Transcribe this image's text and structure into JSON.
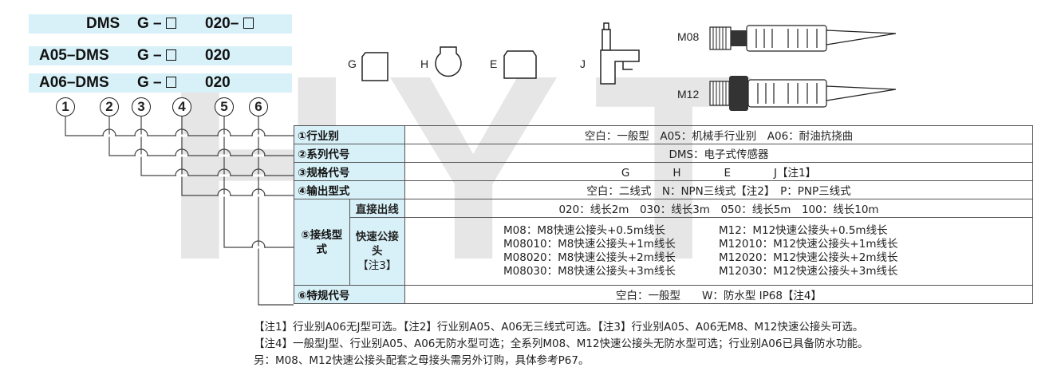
{
  "watermark": "HYT",
  "codes": [
    {
      "prefix": "DMS",
      "mid": "G –",
      "suffix": "020–"
    },
    {
      "prefix": "A05–DMS",
      "mid": "G –",
      "suffix": "020"
    },
    {
      "prefix": "A06–DMS",
      "mid": "G –",
      "suffix": "020"
    }
  ],
  "positions": [
    "1",
    "2",
    "3",
    "4",
    "5",
    "6"
  ],
  "spec_shapes": [
    "G",
    "H",
    "E",
    "J"
  ],
  "connector_labels": [
    "M08",
    "M12"
  ],
  "table": {
    "r1": {
      "label": "①行业别",
      "value": "空白：一般型　A05：机械手行业别　A06：耐油抗挠曲"
    },
    "r2": {
      "label": "②系列代号",
      "value": "DMS：电子式传感器"
    },
    "r3": {
      "label": "③规格代号",
      "value": "G　　　　H　　　　E　　　　J【注1】"
    },
    "r4": {
      "label": "④输出型式",
      "value": "空白：二线式　N：NPN三线式【注2】　P：PNP三线式"
    },
    "r5": {
      "label": "⑤接线型式",
      "direct_label": "直接出线",
      "direct_value": "020：线长2m　030：线长3m　050：线长5m　100：线长10m",
      "quick_label": "快速公接头",
      "quick_note": "【注3】",
      "quick_rows": [
        {
          "a": "M08：M8快速公接头+0.5m线长",
          "b": "M12：M12快速公接头+0.5m线长"
        },
        {
          "a": "M08010：M8快速公接头+1m线长",
          "b": "M12010：M12快速公接头+1m线长"
        },
        {
          "a": "M08020：M8快速公接头+2m线长",
          "b": "M12020：M12快速公接头+2m线长"
        },
        {
          "a": "M08030：M8快速公接头+3m线长",
          "b": "M12030：M12快速公接头+3m线长"
        }
      ]
    },
    "r6": {
      "label": "⑥特规代号",
      "value": "空白：一般型　　W：防水型 IP68【注4】"
    }
  },
  "notes": [
    "【注1】行业别A06无J型可选。【注2】行业别A05、A06无三线式可选。【注3】行业别A05、A06无M8、M12快速公接头可选。",
    "【注4】一般型J型、行业别A05、A06无防水型可选；全系列M08、M12快速公接头无防水型可选；行业别A06已具备防水功能。",
    "另：M08、M12快速公接头配套之母接头需另外订购，具体参考P67。"
  ]
}
